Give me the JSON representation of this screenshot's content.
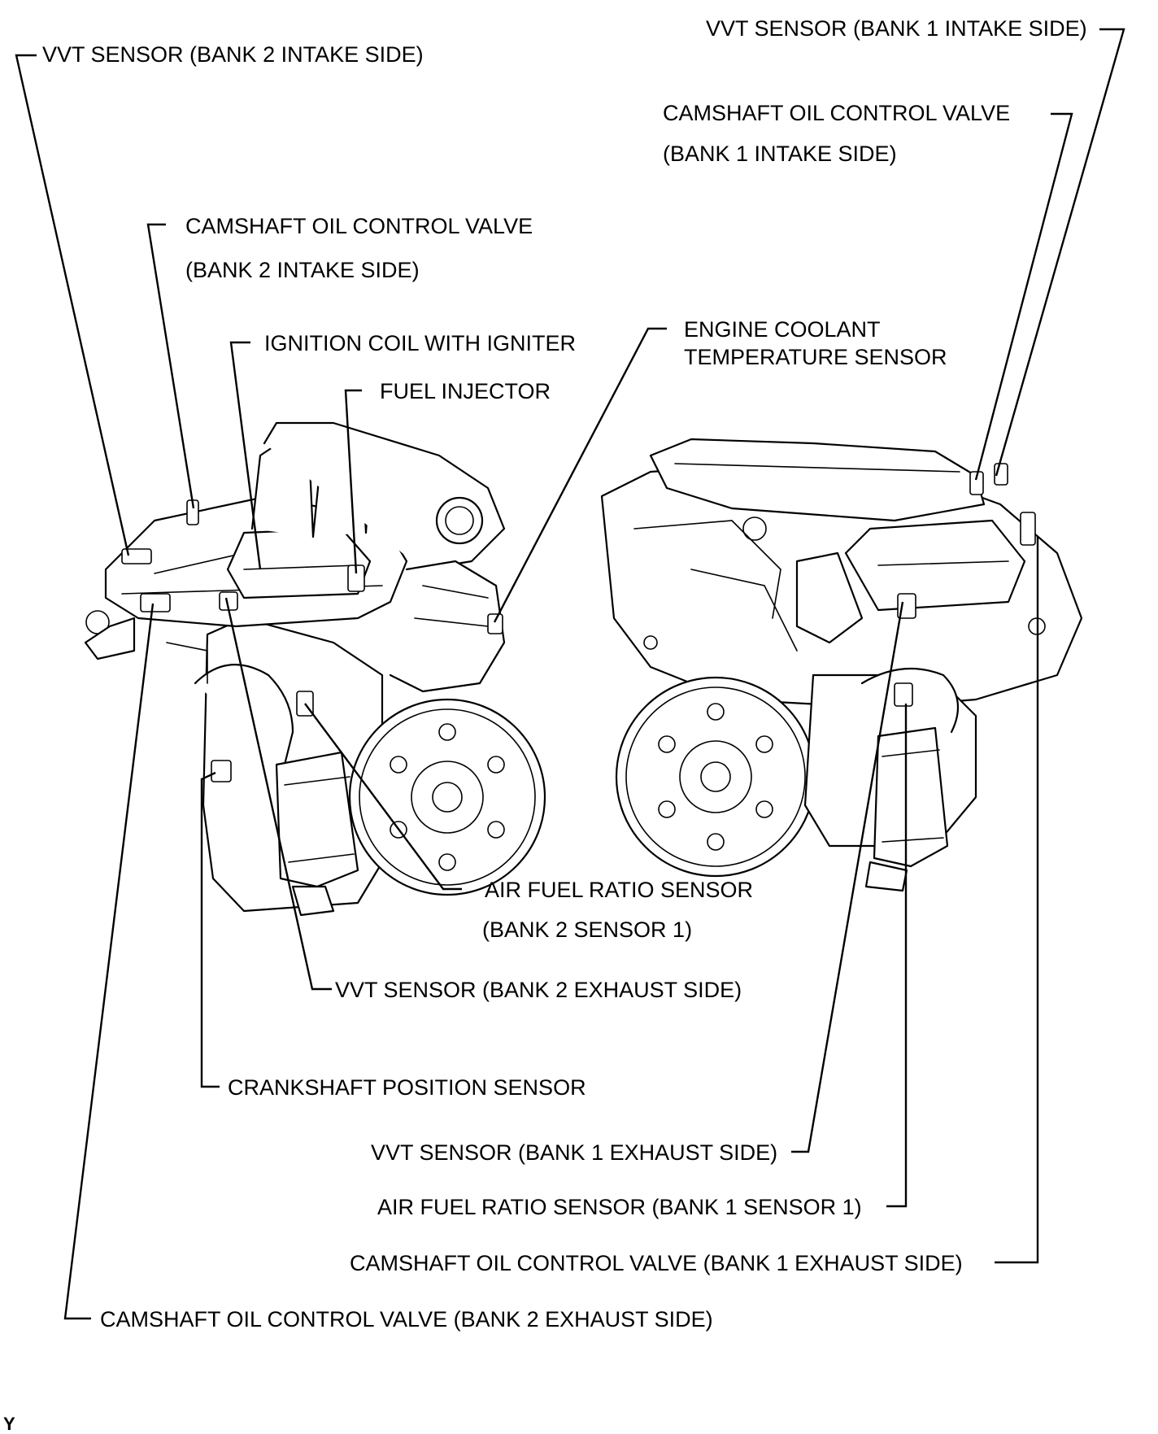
{
  "labels": {
    "vvt_b2_intake": "VVT SENSOR (BANK 2 INTAKE SIDE)",
    "vvt_b1_intake": "VVT SENSOR (BANK 1 INTAKE SIDE)",
    "ocv_b1_intake_1": "CAMSHAFT OIL CONTROL VALVE",
    "ocv_b1_intake_2": "(BANK 1 INTAKE SIDE)",
    "ocv_b2_intake_1": "CAMSHAFT OIL CONTROL VALVE",
    "ocv_b2_intake_2": "(BANK 2 INTAKE SIDE)",
    "ignition_coil": "IGNITION COIL WITH IGNITER",
    "fuel_injector": "FUEL INJECTOR",
    "ect_1": "ENGINE COOLANT",
    "ect_2": "TEMPERATURE SENSOR",
    "afr_b2_1": "AIR FUEL RATIO SENSOR",
    "afr_b2_2": "(BANK 2 SENSOR 1)",
    "vvt_b2_exhaust": "VVT SENSOR (BANK 2 EXHAUST SIDE)",
    "crankshaft": "CRANKSHAFT POSITION SENSOR",
    "vvt_b1_exhaust": "VVT SENSOR (BANK 1 EXHAUST SIDE)",
    "afr_b1": "AIR FUEL RATIO SENSOR  (BANK 1 SENSOR 1)",
    "ocv_b1_exhaust": "CAMSHAFT OIL CONTROL VALVE   (BANK 1 EXHAUST SIDE)",
    "ocv_b2_exhaust": "CAMSHAFT OIL CONTROL VALVE  (BANK 2 EXHAUST SIDE)"
  },
  "corner_mark": "Y"
}
